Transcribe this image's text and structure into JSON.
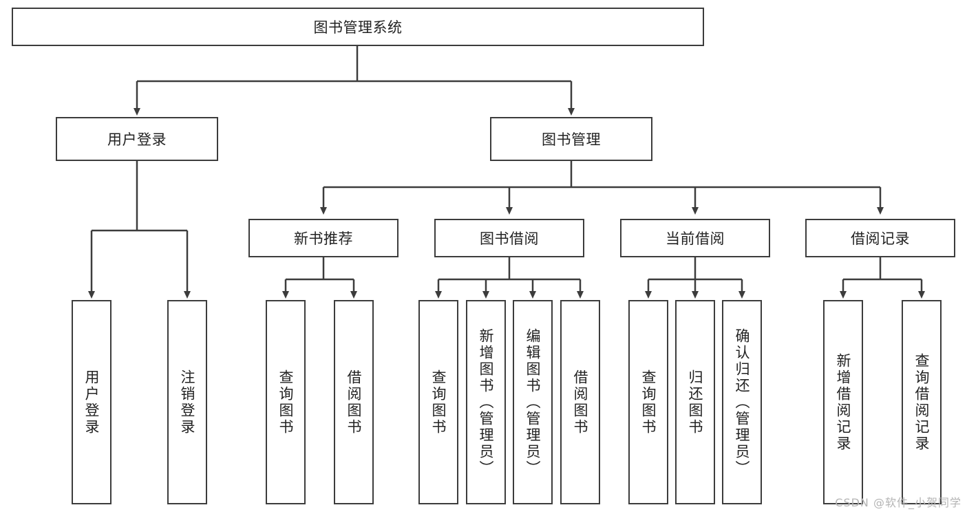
{
  "diagram": {
    "type": "tree",
    "title": "图书管理系统",
    "root": {
      "label": "图书管理系统"
    },
    "level2": [
      {
        "id": "user-login",
        "label": "用户登录"
      },
      {
        "id": "book-management",
        "label": "图书管理"
      }
    ],
    "level3": [
      {
        "id": "new-book-recommend",
        "label": "新书推荐",
        "parent": "book-management"
      },
      {
        "id": "book-borrow",
        "label": "图书借阅",
        "parent": "book-management"
      },
      {
        "id": "current-borrow",
        "label": "当前借阅",
        "parent": "book-management"
      },
      {
        "id": "borrow-record",
        "label": "借阅记录",
        "parent": "book-management"
      }
    ],
    "leaves": [
      {
        "id": "leaf-user-login",
        "label": "用户登录",
        "parent": "user-login"
      },
      {
        "id": "leaf-logout-login",
        "label": "注销登录",
        "parent": "user-login"
      },
      {
        "id": "leaf-query-book-1",
        "label": "查询图书",
        "parent": "new-book-recommend"
      },
      {
        "id": "leaf-borrow-book-1",
        "label": "借阅图书",
        "parent": "new-book-recommend"
      },
      {
        "id": "leaf-query-book-2",
        "label": "查询图书",
        "parent": "book-borrow"
      },
      {
        "id": "leaf-add-book",
        "label": "新增图书（管理员）",
        "parent": "book-borrow"
      },
      {
        "id": "leaf-edit-book",
        "label": "编辑图书（管理员）",
        "parent": "book-borrow"
      },
      {
        "id": "leaf-borrow-book-2",
        "label": "借阅图书",
        "parent": "book-borrow"
      },
      {
        "id": "leaf-query-book-3",
        "label": "查询图书",
        "parent": "current-borrow"
      },
      {
        "id": "leaf-return-book",
        "label": "归还图书",
        "parent": "current-borrow"
      },
      {
        "id": "leaf-confirm-return",
        "label": "确认归还（管理员）",
        "parent": "current-borrow"
      },
      {
        "id": "leaf-add-record",
        "label": "新增借阅记录",
        "parent": "borrow-record"
      },
      {
        "id": "leaf-query-record",
        "label": "查询借阅记录",
        "parent": "borrow-record"
      }
    ],
    "colors": {
      "border": "#3c3c3c",
      "background": "#ffffff",
      "text": "#222222",
      "watermark": "#b4b4b4"
    }
  },
  "watermark": {
    "text": "CSDN @软件_小贺同学"
  }
}
